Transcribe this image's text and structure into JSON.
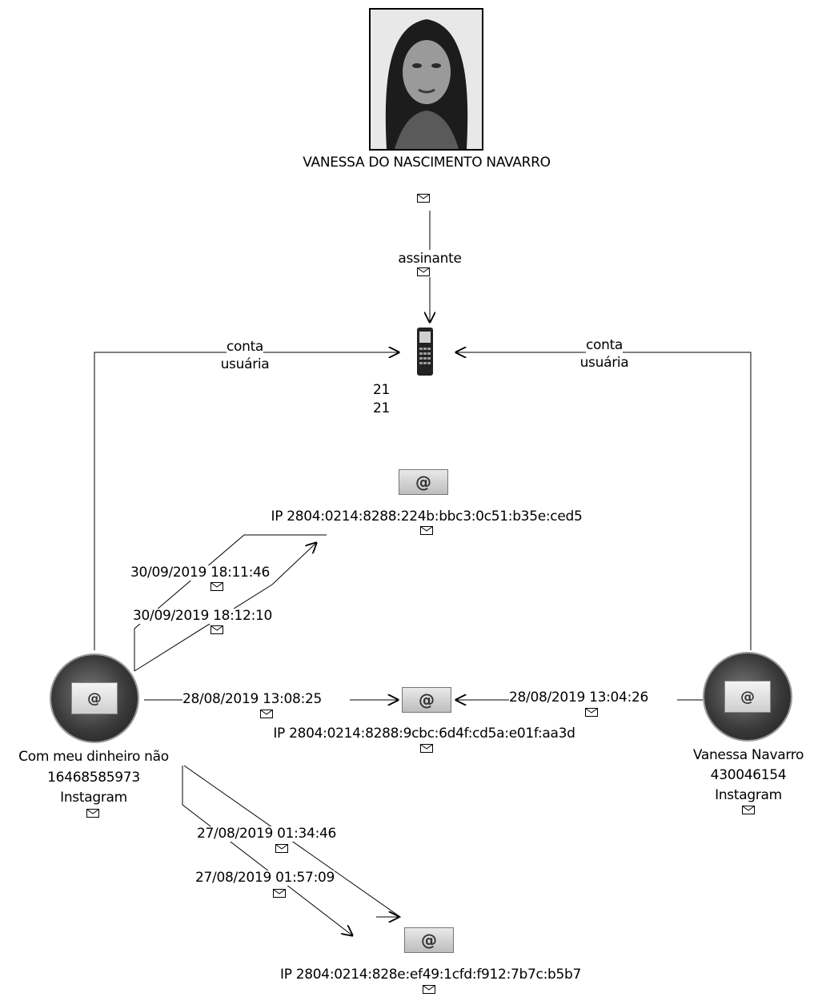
{
  "person": {
    "name": "VANESSA DO NASCIMENTO NAVARRO"
  },
  "edges": {
    "assinante": "assinante",
    "conta_left": [
      "conta",
      "usuária"
    ],
    "conta_right": [
      "conta",
      "usuária"
    ]
  },
  "phone": {
    "line1": "21",
    "line2": "21"
  },
  "ip_nodes": {
    "top": "IP 2804:0214:8288:224b:bbc3:0c51:b35e:ced5",
    "middle": "IP 2804:0214:8288:9cbc:6d4f:cd5a:e01f:aa3d",
    "bottom": "IP 2804:0214:828e:ef49:1cfd:f912:7b7c:b5b7"
  },
  "accounts": {
    "left": {
      "name": "Com meu dinheiro não",
      "id": "16468585973",
      "platform": "Instagram"
    },
    "right": {
      "name": "Vanessa Navarro",
      "id": "430046154",
      "platform": "Instagram"
    }
  },
  "timestamps": {
    "top_1": "30/09/2019 18:11:46",
    "top_2": "30/09/2019 18:12:10",
    "mid_left": "28/08/2019 13:08:25",
    "mid_right": "28/08/2019 13:04:26",
    "bot_1": "27/08/2019 01:34:46",
    "bot_2": "27/08/2019 01:57:09"
  },
  "icons": {
    "envelope": "envelope-icon",
    "ip": "at-sign-icon",
    "phone": "mobile-phone-icon",
    "account": "instagram-account-icon"
  }
}
